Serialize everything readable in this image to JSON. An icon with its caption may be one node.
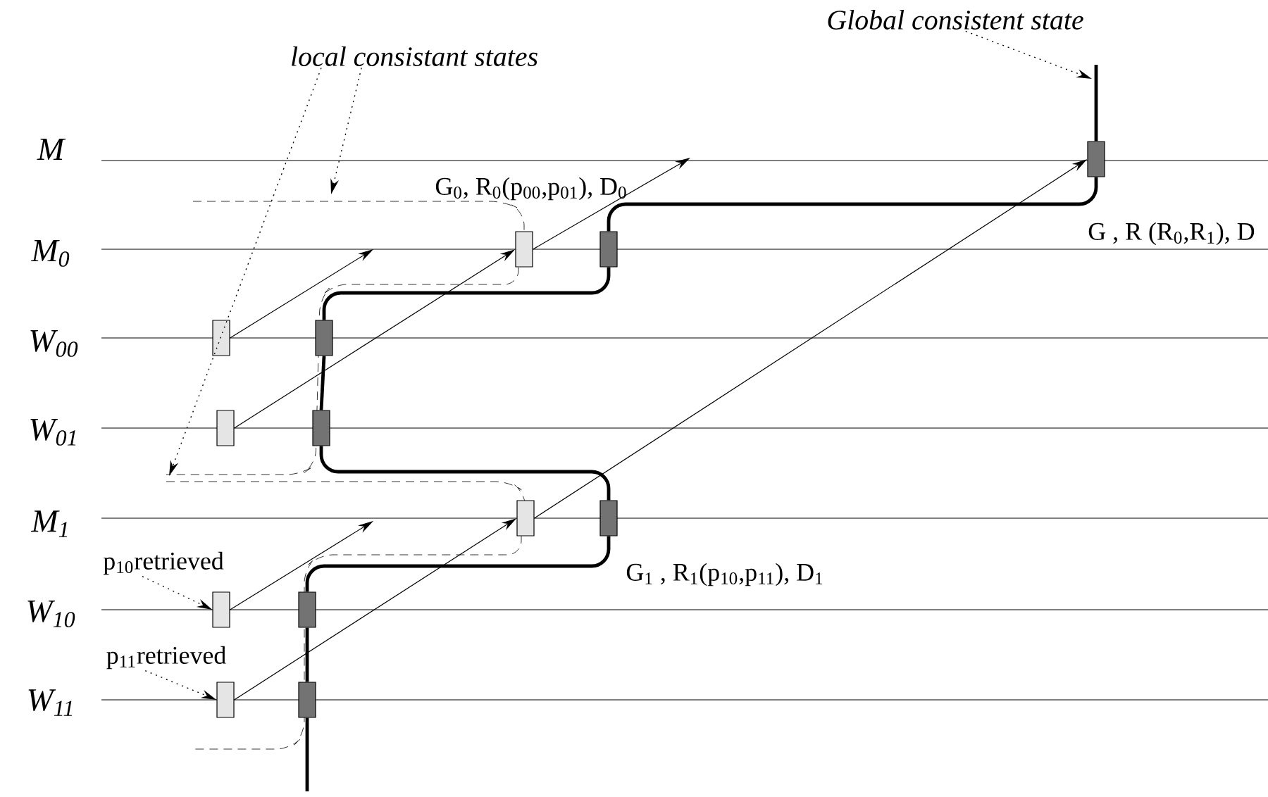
{
  "diagram": {
    "nodes": [
      {
        "text": [
          "local consistant states"
        ]
      },
      {
        "text": [
          "Global consistent state"
        ]
      },
      {
        "text": [
          "p$_{10}$retrieved"
        ]
      },
      {
        "text": [
          "p$_{11}$retrieved"
        ]
      },
      {
        "text": [],
        "shape": "box"
      },
      {
        "text": [],
        "shape": "box"
      },
      {
        "text": [],
        "shape": "box"
      },
      {
        "text": [],
        "shape": "box"
      },
      {
        "text": [],
        "shape": "box"
      },
      {
        "text": [],
        "shape": "box"
      },
      {
        "text": [],
        "shape": "box"
      },
      {
        "text": [],
        "shape": "box"
      },
      {
        "text": [],
        "shape": "box"
      },
      {
        "text": [],
        "shape": "box"
      },
      {
        "text": [],
        "shape": "box"
      },
      {
        "text": [],
        "shape": "box"
      },
      {
        "text": [],
        "shape": "box"
      }
    ],
    "edges": [
      {
        "from": 7,
        "to": null,
        "arrow": "to"
      },
      {
        "from": 9,
        "to": 5,
        "arrow": "to"
      },
      {
        "from": 5,
        "to": null,
        "arrow": "to"
      },
      {
        "from": 13,
        "to": null,
        "arrow": "to"
      },
      {
        "from": 15,
        "to": 11,
        "arrow": "to"
      },
      {
        "from": 11,
        "to": 4,
        "arrow": "to"
      },
      {
        "from": null,
        "to": 16,
        "arrow": "none",
        "style": "thick"
      },
      {
        "from": 16,
        "to": 14,
        "arrow": "none",
        "style": "thick"
      },
      {
        "from": 14,
        "to": 12,
        "arrow": "none",
        "style": "thick"
      },
      {
        "from": 8,
        "to": 10,
        "arrow": "none",
        "style": "thick"
      },
      {
        "from": 10,
        "to": 12,
        "arrow": "none",
        "style": "thick"
      },
      {
        "from": 8,
        "to": 6,
        "arrow": "none",
        "style": "thick"
      },
      {
        "from": 6,
        "to": 4,
        "arrow": "none",
        "style": "thick"
      },
      {
        "from": 4,
        "to": null,
        "arrow": "none",
        "style": "thick"
      },
      {
        "from": 0,
        "to": null,
        "arrow": "to",
        "style": "dashed"
      },
      {
        "from": 0,
        "to": null,
        "arrow": "to",
        "style": "dashed"
      },
      {
        "from": 1,
        "to": null,
        "arrow": "to",
        "style": "dashed"
      },
      {
        "from": 2,
        "to": 13,
        "arrow": "to",
        "style": "dashed"
      },
      {
        "from": 3,
        "to": 15,
        "arrow": "to",
        "style": "dashed"
      }
    ],
    "labels": [
      "M",
      "G$_{0}$, R$_{0}$(p$_{00}$,p$_{01}$), D$_{0}$",
      "G , R (R$_{0}$,R$_{1}$), D",
      "M$_{0}$",
      "W$_{00}$",
      "W$_{01}$",
      "M$_{1}$",
      "G$_{1}$ , R$_{1}$(p$_{10}$,p$_{11}$), D$_{1}$",
      "W$_{10}$",
      "W$_{11}$"
    ]
  }
}
